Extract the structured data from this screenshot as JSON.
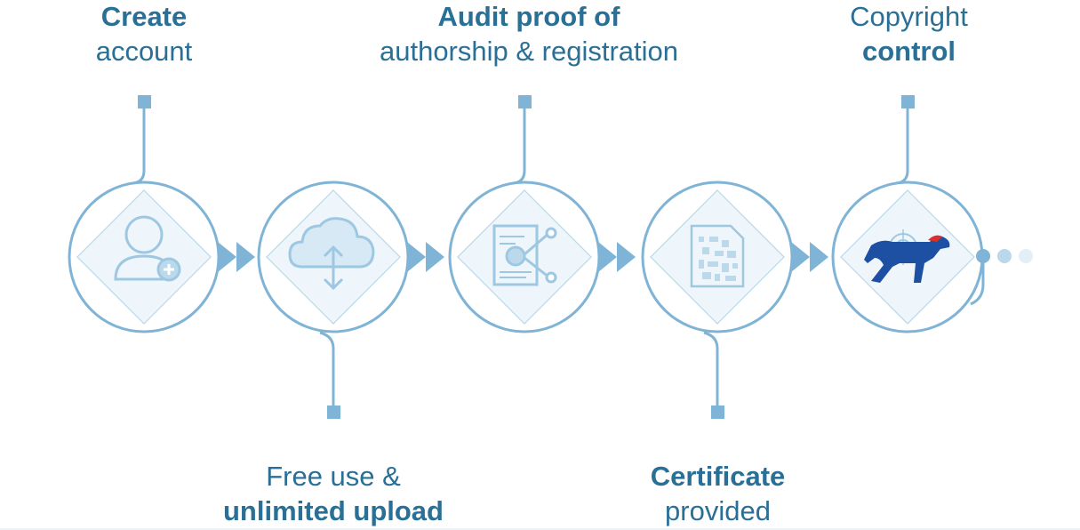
{
  "steps": [
    {
      "id": "create",
      "line1": "Create",
      "line2": "account",
      "icon": "user-add-icon"
    },
    {
      "id": "upload",
      "line1": "Free use &",
      "line2": "unlimited upload",
      "icon": "cloud-upload-icon"
    },
    {
      "id": "audit",
      "line1": "Audit proof of",
      "line2": "authorship & registration",
      "icon": "document-share-icon"
    },
    {
      "id": "certificate",
      "line1": "Certificate",
      "line2": "provided",
      "icon": "certificate-document-icon"
    },
    {
      "id": "copyright",
      "line1": "Copyright",
      "line2": "control",
      "icon": "hound-target-icon"
    }
  ],
  "colors": {
    "line": "#7fb4d6",
    "diamond_fill": "#eef6fb",
    "text": "#2a6f96",
    "icon": "#9ec8e2",
    "icon_dark": "#1d4fa3",
    "icon_accent": "#d9302c"
  }
}
